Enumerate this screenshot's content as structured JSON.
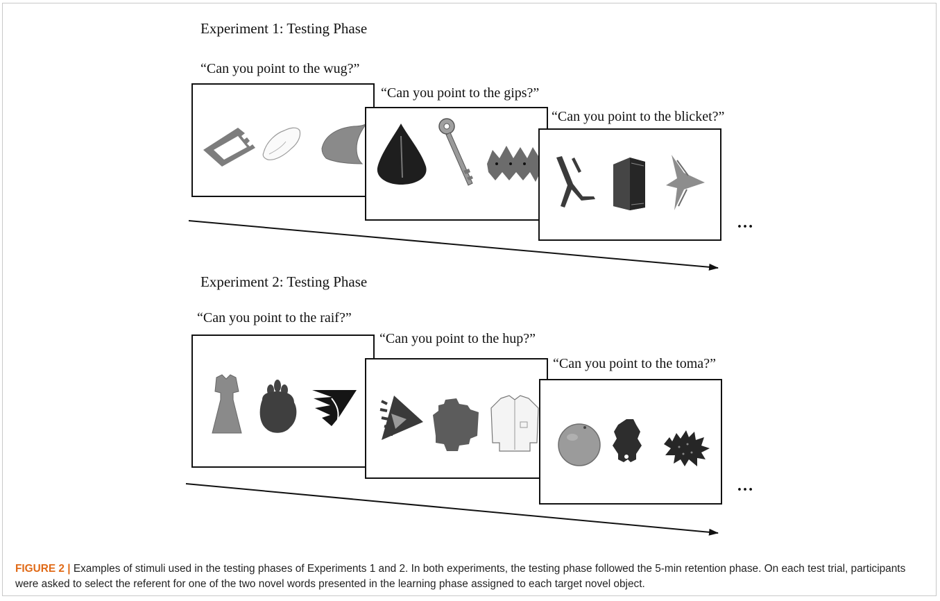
{
  "experiment1": {
    "heading": "Experiment 1: Testing Phase",
    "trials": [
      {
        "prompt": "“Can you point to the wug?”",
        "objects": [
          "crenellated-bracket-shape",
          "white-cloth-object",
          "curved-shield-shape"
        ]
      },
      {
        "prompt": "“Can you point to the gips?”",
        "objects": [
          "black-cone-shape",
          "key",
          "spiked-bar-shape"
        ]
      },
      {
        "prompt": "“Can you point to the blicket?”",
        "objects": [
          "forked-stick-shape",
          "book",
          "winged-arrow-shape"
        ]
      }
    ],
    "ellipsis": "…"
  },
  "experiment2": {
    "heading": "Experiment 2: Testing Phase",
    "trials": [
      {
        "prompt": "“Can you point to the raif?”",
        "objects": [
          "dress",
          "lumpy-blob-shape",
          "striped-wedge-shape"
        ]
      },
      {
        "prompt": "“Can you point to the hup?”",
        "objects": [
          "toothed-triangle-shape",
          "cross-block-shape",
          "shirt"
        ]
      },
      {
        "prompt": "“Can you point to the toma?”",
        "objects": [
          "orange-fruit",
          "clawed-figure-shape",
          "spiky-blob-shape"
        ]
      }
    ],
    "ellipsis": "…"
  },
  "caption": {
    "label": "FIGURE 2 |",
    "text": " Examples of stimuli used in the testing phases of Experiments 1 and 2. In both experiments, the testing phase followed the 5-min retention phase. On each test trial, participants were asked to select the referent for one of the two novel words presented in the learning phase assigned to each target novel object."
  },
  "colors": {
    "gray_shape": "#8a8a8a",
    "dark_shape": "#2b2b2b",
    "black": "#111111"
  }
}
